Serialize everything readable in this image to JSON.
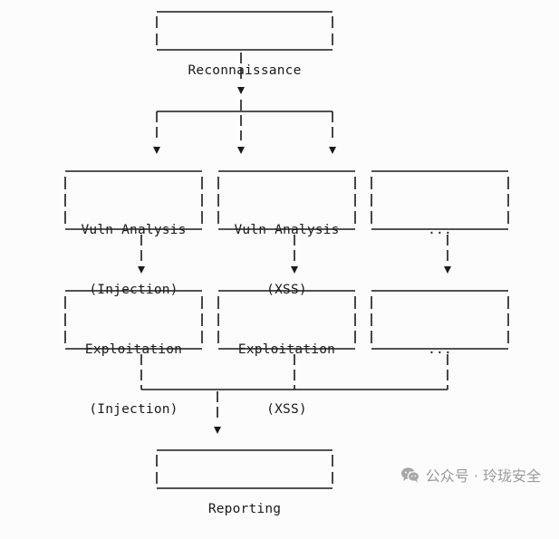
{
  "nodes": {
    "recon": {
      "line1": "Reconnaissance"
    },
    "vuln_injection": {
      "line1": "Vuln Analysis",
      "line2": "(Injection)"
    },
    "vuln_xss": {
      "line1": "Vuln Analysis",
      "line2": "(XSS)"
    },
    "vuln_more": {
      "line1": "..."
    },
    "exploit_injection": {
      "line1": "Exploitation",
      "line2": "(Injection)"
    },
    "exploit_xss": {
      "line1": "Exploitation",
      "line2": "(XSS)"
    },
    "exploit_more": {
      "line1": "..."
    },
    "reporting": {
      "line1": "Reporting"
    }
  },
  "watermark": {
    "text": "公众号 · 玲珑安全",
    "icon": "wechat-icon"
  },
  "colors": {
    "line": "#1a1a1a",
    "background": "#fcfcfc",
    "watermark": "#9a9a9a"
  }
}
